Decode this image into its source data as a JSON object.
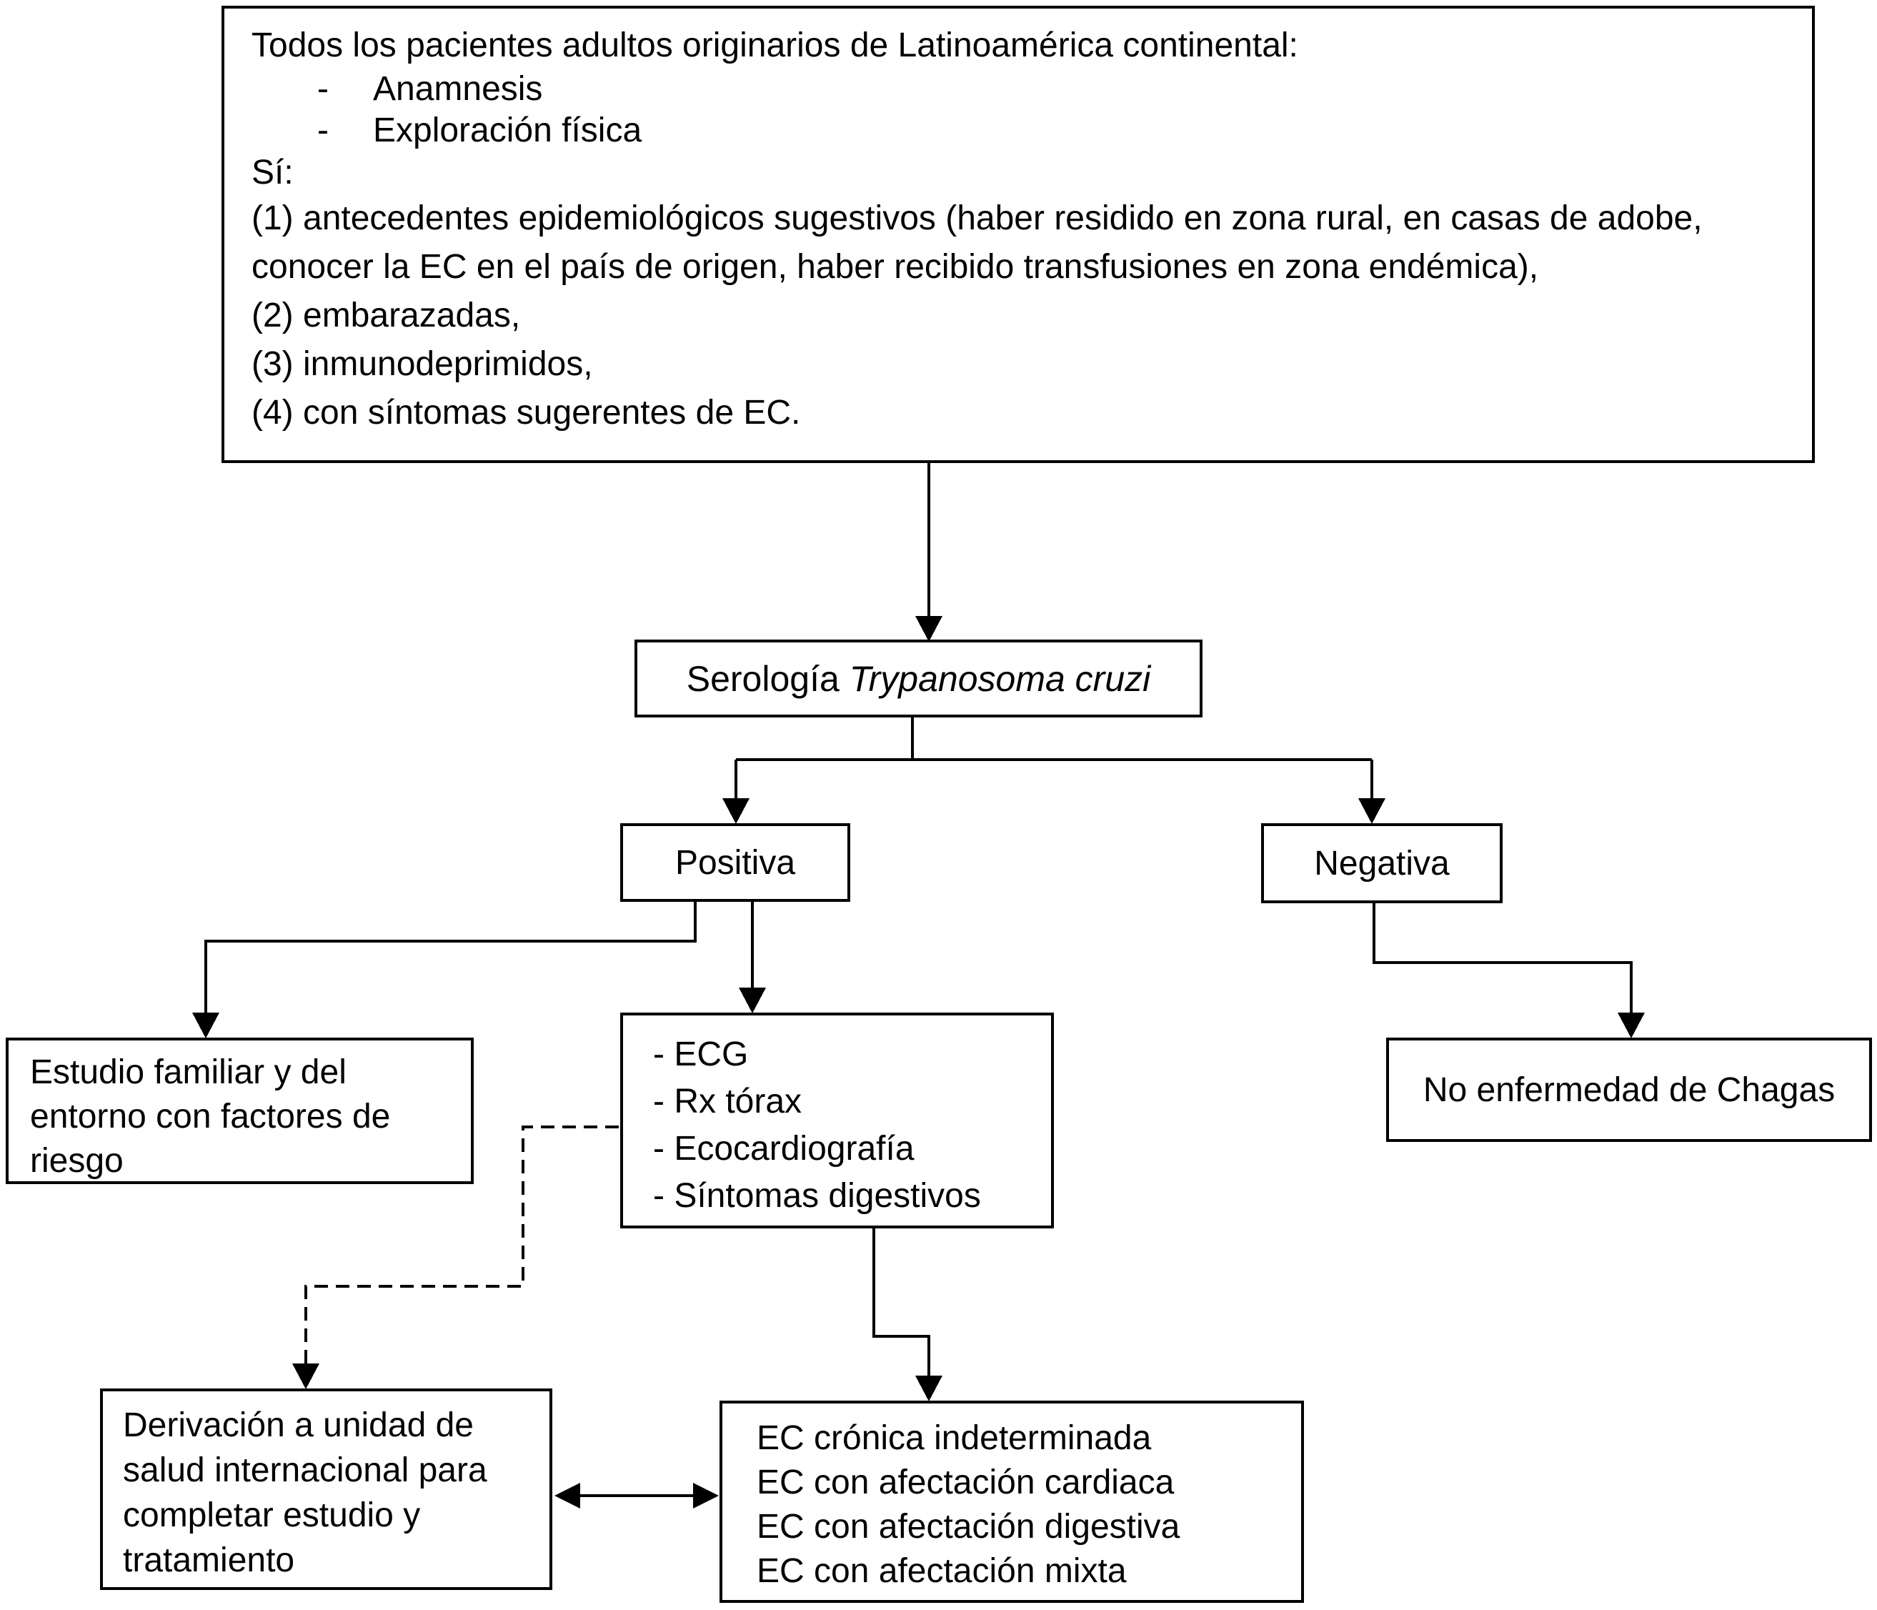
{
  "figure": {
    "background_color": "#ffffff",
    "line_color": "#000000",
    "box_border_color": "#000000",
    "text_color": "#000000"
  },
  "top_box": {
    "intro": "Todos los pacientes adultos originarios de Latinoamérica continental:",
    "bullet_marker": "-",
    "bullets": [
      "Anamnesis",
      "Exploración física"
    ],
    "si_label": "Sí:",
    "criteria_lines": [
      "(1) antecedentes epidemiológicos sugestivos (haber residido en zona rural, en casas de adobe,",
      "conocer la EC en el país de origen, haber recibido transfusiones en zona endémica),",
      "(2) embarazadas,",
      "(3) inmunodeprimidos,",
      "(4) con síntomas sugerentes de EC."
    ]
  },
  "serologia_box": {
    "label_regular": "Serología",
    "label_italic": "Trypanosoma cruzi"
  },
  "positiva_box": {
    "label": "Positiva"
  },
  "negativa_box": {
    "label": "Negativa"
  },
  "estudio_box": {
    "label": "Estudio familiar y del entorno con factores de riesgo",
    "lines": [
      "Estudio familiar y del",
      "entorno con factores de",
      "riesgo"
    ]
  },
  "ecg_box": {
    "lines": [
      "- ECG",
      "- Rx tórax",
      "- Ecocardiografía",
      "- Síntomas digestivos"
    ]
  },
  "no_chagas_box": {
    "label": "No enfermedad de Chagas"
  },
  "derivacion_box": {
    "label": "Derivación a unidad de salud internacional para completar estudio y tratamiento",
    "lines": [
      "Derivación a unidad de",
      "salud internacional para",
      "completar estudio y",
      "tratamiento"
    ]
  },
  "ec_outcomes_box": {
    "lines": [
      "EC crónica indeterminada",
      "EC con afectación cardiaca",
      "EC con afectación digestiva",
      "EC con afectación mixta"
    ]
  }
}
